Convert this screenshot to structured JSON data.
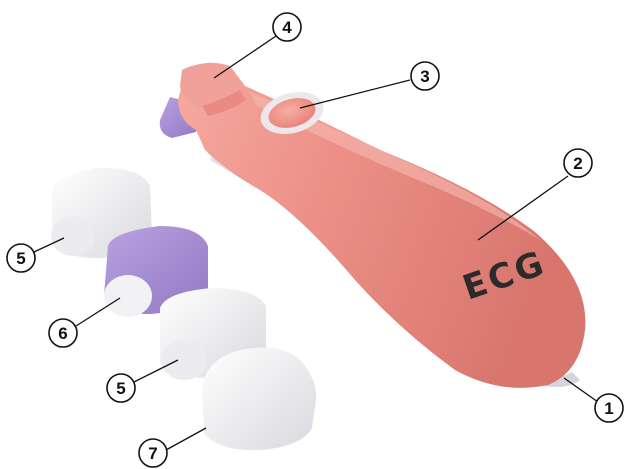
{
  "brand": "ECG",
  "callouts": [
    {
      "id": "c1",
      "label": "1"
    },
    {
      "id": "c2",
      "label": "2"
    },
    {
      "id": "c3",
      "label": "3"
    },
    {
      "id": "c4",
      "label": "4"
    },
    {
      "id": "c5a",
      "label": "5"
    },
    {
      "id": "c6",
      "label": "6"
    },
    {
      "id": "c5b",
      "label": "5"
    },
    {
      "id": "c7",
      "label": "7"
    }
  ],
  "colors": {
    "body": "#ec8f86",
    "body_shade": "#d9756d",
    "body_highlight": "#f6b3aa",
    "button_ring": "#e9e4e6",
    "button": "#f29a90",
    "roller_purple": "#a98fd2",
    "roller_white": "#f1f1f3",
    "outline": "#111111"
  }
}
